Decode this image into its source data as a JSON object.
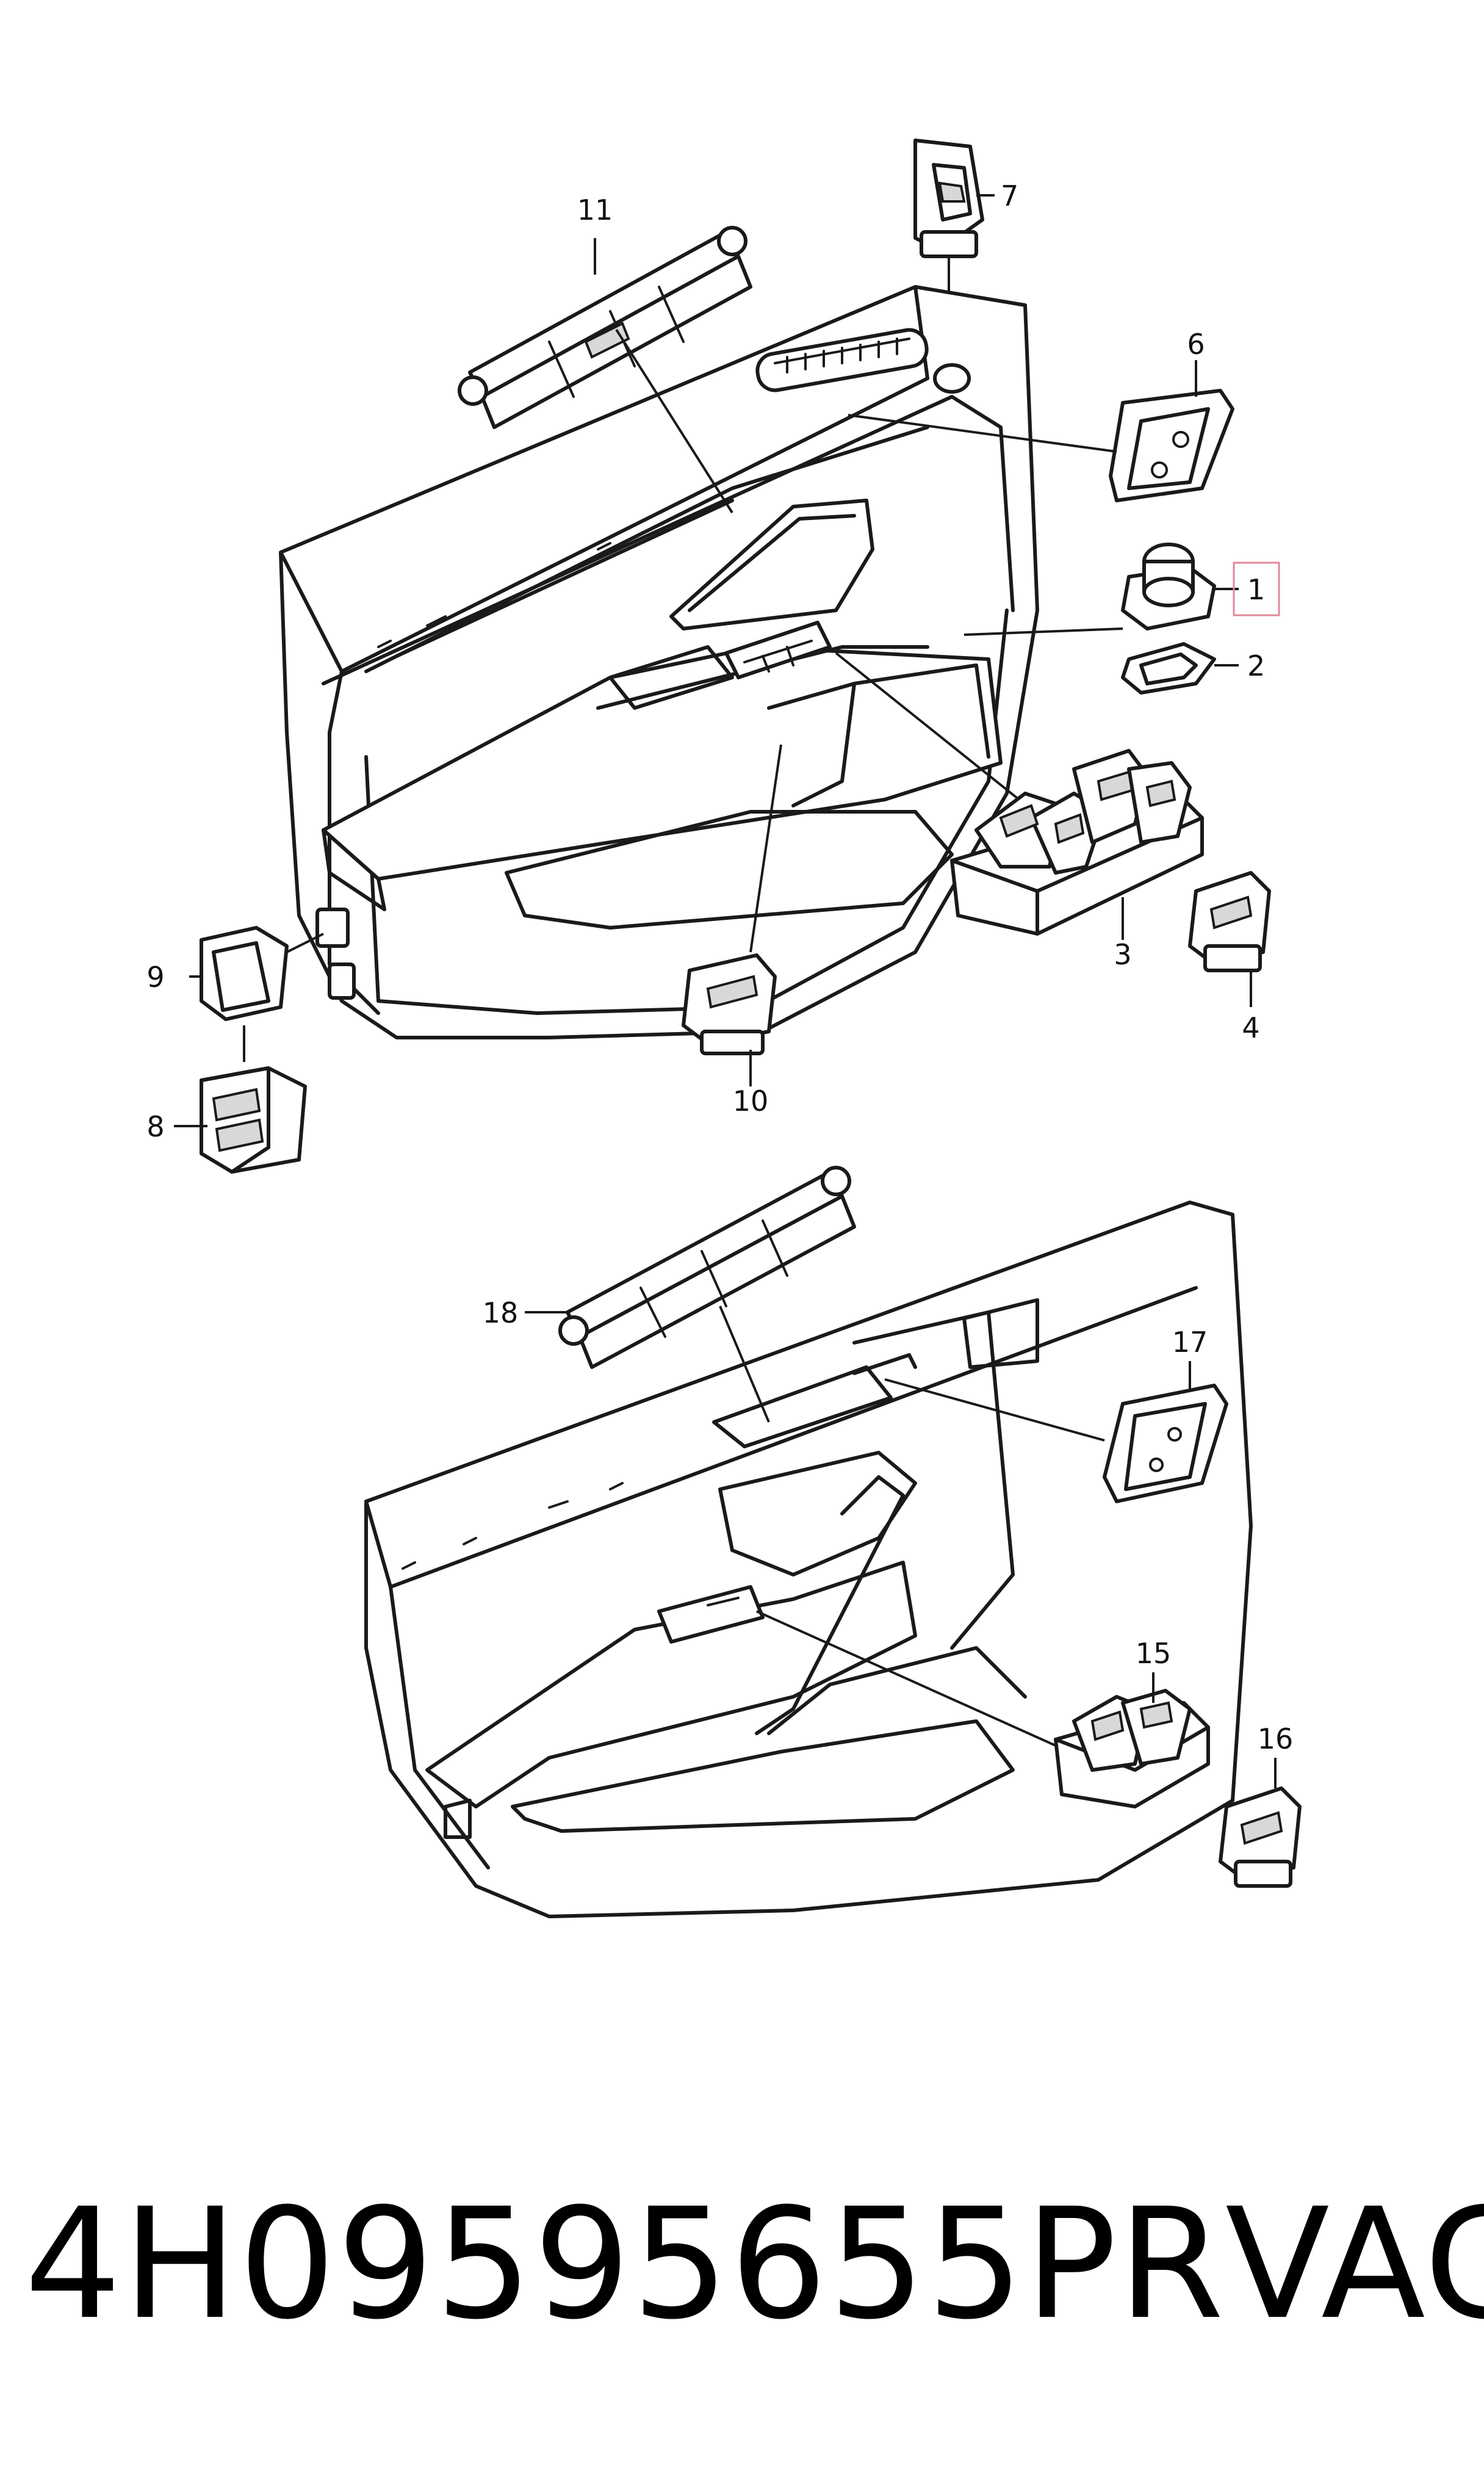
{
  "callouts": {
    "p1": "1",
    "p2": "2",
    "p3": "3",
    "p4": "4",
    "p6": "6",
    "p7": "7",
    "p8": "8",
    "p9": "9",
    "p10": "10",
    "p11": "11",
    "p15": "15",
    "p16": "16",
    "p17": "17",
    "p18": "18"
  },
  "footer": {
    "part_number": "4H09595655PR",
    "brand": "VAG"
  },
  "highlight": {
    "callout": "1",
    "color": "#e08a99"
  }
}
